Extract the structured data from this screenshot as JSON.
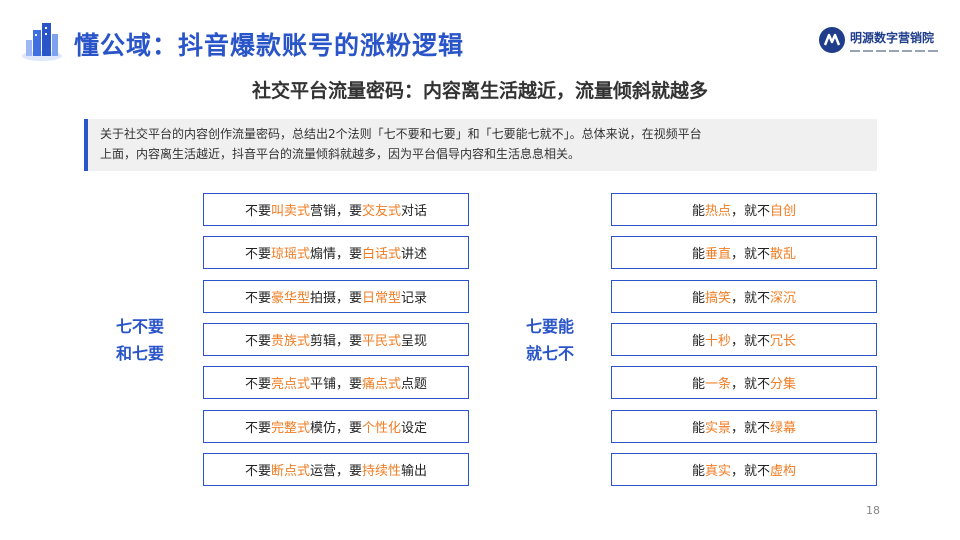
{
  "header": {
    "title": "懂公域：抖音爆款账号的涨粉逻辑",
    "brand_name": "明源数字营销院"
  },
  "subtitle": "社交平台流量密码：内容离生活越近，流量倾斜就越多",
  "summary": {
    "line1": "关于社交平台的内容创作流量密码，总结出2个法则「七不要和七要」和「七要能七就不」。总体来说，在视频平台",
    "line2": "上面，内容离生活越近，抖音平台的流量倾斜就越多，因为平台倡导内容和生活息息相关。"
  },
  "left_group": {
    "label_line1": "七不要",
    "label_line2": "和七要",
    "rules": [
      {
        "p1": "不要",
        "h1": "叫卖式",
        "p2": "营销，要",
        "h2": "交友式",
        "p3": "对话"
      },
      {
        "p1": "不要",
        "h1": "琼瑶式",
        "p2": "煽情，要",
        "h2": "白话式",
        "p3": "讲述"
      },
      {
        "p1": "不要",
        "h1": "豪华型",
        "p2": "拍摄，要",
        "h2": "日常型",
        "p3": "记录"
      },
      {
        "p1": "不要",
        "h1": "贵族式",
        "p2": "剪辑，要",
        "h2": "平民式",
        "p3": "呈现"
      },
      {
        "p1": "不要",
        "h1": "亮点式",
        "p2": "平铺，要",
        "h2": "痛点式",
        "p3": "点题"
      },
      {
        "p1": "不要",
        "h1": "完整式",
        "p2": "模仿，要",
        "h2": "个性化",
        "p3": "设定"
      },
      {
        "p1": "不要",
        "h1": "断点式",
        "p2": "运营，要",
        "h2": "持续性",
        "p3": "输出"
      }
    ]
  },
  "right_group": {
    "label_line1": "七要能",
    "label_line2": "就七不",
    "rules": [
      {
        "p1": "能",
        "h1": "热点",
        "p2": "，就不",
        "h2": "自创"
      },
      {
        "p1": "能",
        "h1": "垂直",
        "p2": "，就不",
        "h2": "散乱"
      },
      {
        "p1": "能",
        "h1": "搞笑",
        "p2": "，就不",
        "h2": "深沉"
      },
      {
        "p1": "能",
        "h1": "十秒",
        "p2": "，就不",
        "h2": "冗长"
      },
      {
        "p1": "能",
        "h1": "一条",
        "p2": "，就不",
        "h2": "分集"
      },
      {
        "p1": "能",
        "h1": "实景",
        "p2": "，就不",
        "h2": "绿幕"
      },
      {
        "p1": "能",
        "h1": "真实",
        "p2": "，就不",
        "h2": "虚构"
      }
    ]
  },
  "page_number": "18",
  "colors": {
    "accent": "#2a55c9",
    "highlight": "#f07d24",
    "box_bg": "#f0f0f0"
  }
}
